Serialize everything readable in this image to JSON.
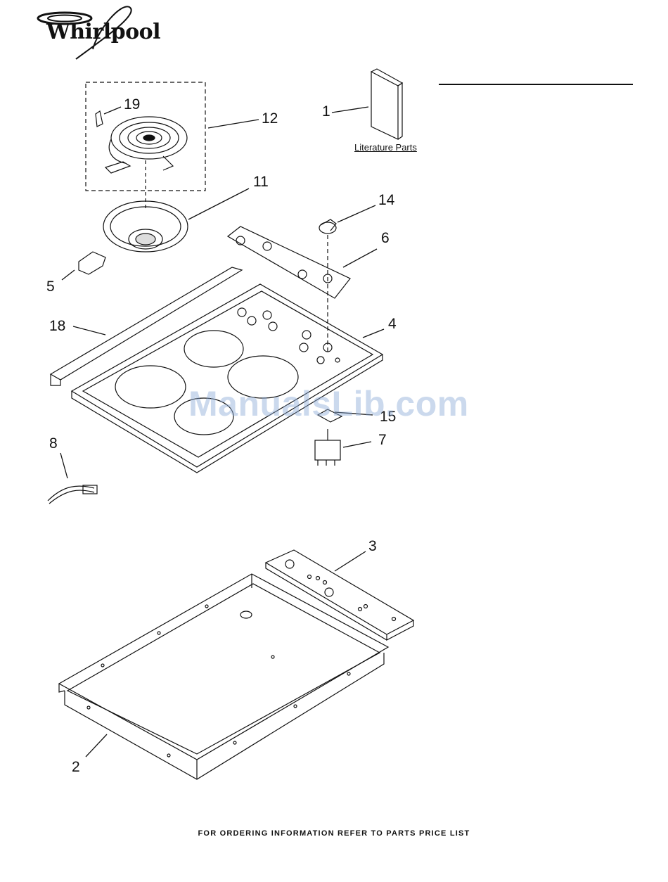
{
  "brand": {
    "name": "Whirlpool"
  },
  "diagram": {
    "literature_label": "Literature Parts",
    "callouts": {
      "c1": "1",
      "c2": "2",
      "c3": "3",
      "c4": "4",
      "c5": "5",
      "c6": "6",
      "c7": "7",
      "c8": "8",
      "c11": "11",
      "c12": "12",
      "c14": "14",
      "c15": "15",
      "c18": "18",
      "c19": "19"
    }
  },
  "watermark": "ManualsLib.com",
  "footer": "FOR ORDERING INFORMATION REFER TO PARTS PRICE LIST",
  "colors": {
    "line": "#111111",
    "watermark": "#8caad7"
  }
}
